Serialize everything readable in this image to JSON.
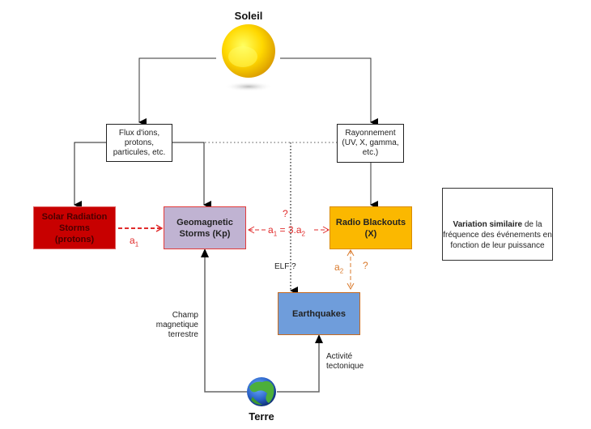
{
  "nodes": {
    "soleil": {
      "label": "Soleil"
    },
    "terre": {
      "label": "Terre"
    },
    "flux": {
      "label_lines": [
        "Flux d'ions,",
        "protons,",
        "particules, etc."
      ]
    },
    "rayonnement": {
      "label_lines": [
        "Rayonnement",
        "(UV, X, gamma,",
        "etc.)"
      ]
    },
    "solar_radiation": {
      "label_lines": [
        "Solar Radiation",
        "Storms",
        "(protons)"
      ],
      "color": "#c80000"
    },
    "geomagnetic": {
      "label_lines": [
        "Geomagnetic",
        "Storms (Kp)"
      ],
      "color": "#c0b3d2"
    },
    "radio_blackouts": {
      "label_lines": [
        "Radio Blackouts",
        "(X)"
      ],
      "color": "#fbb800"
    },
    "earthquakes": {
      "label": "Earthquakes",
      "color": "#6f9ddb"
    }
  },
  "edge_labels": {
    "a1": "a",
    "a1_sub": "1",
    "relation": {
      "a": "a",
      "sub1": "1",
      "mid": " = 3.a",
      "sub2": "2"
    },
    "question_top": "?",
    "elf": "ELF ?",
    "a2": "a",
    "a2_sub": "2",
    "question_right": "?",
    "champ": [
      "Champ",
      "magnetique",
      "terrestre"
    ],
    "activite": [
      "Activité",
      "tectonique"
    ]
  },
  "legend": {
    "bold": "Variation similaire",
    "rest_line1": " de la",
    "line2": "fréquence des événements en",
    "line3": "fonction de leur puissance"
  },
  "colors": {
    "red_dashed": "#e02b2b",
    "orange_dashed": "#d9792b"
  }
}
